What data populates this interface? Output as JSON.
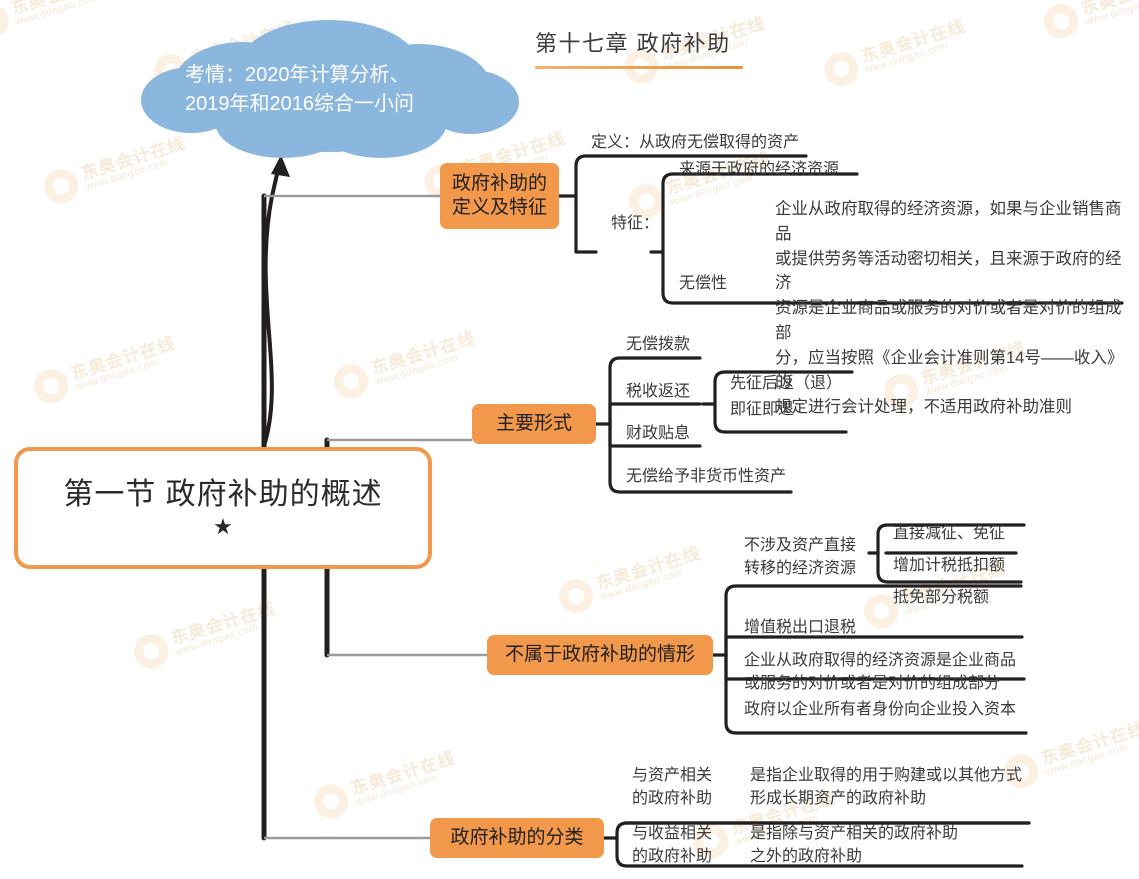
{
  "header": {
    "title": "第十七章  政府补助"
  },
  "cloud": {
    "text": "考情：2020年计算分析、\n2019年和2016综合一小问",
    "fill": "#8bb6dd"
  },
  "root": {
    "title": "第一节  政府补助的概述",
    "star": "★",
    "accent": "#f2984a"
  },
  "branches": [
    {
      "label": "政府补助的\n定义及特征",
      "children": [
        {
          "label": "定义：从政府无偿取得的资产"
        },
        {
          "label": "特征："
        },
        {
          "label": "来源于政府的经济资源"
        },
        {
          "label": "无偿性"
        },
        {
          "label": "企业从政府取得的经济资源，如果与企业销售商品\n或提供劳务等活动密切相关，且来源于政府的经济\n资源是企业商品或服务的对价或者是对价的组成部\n分，应当按照《企业会计准则第14号——收入》的\n规定进行会计处理，不适用政府补助准则"
        }
      ]
    },
    {
      "label": "主要形式",
      "children": [
        {
          "label": "无偿拨款"
        },
        {
          "label": "税收返还"
        },
        {
          "label": "财政贴息"
        },
        {
          "label": "无偿给予非货币性资产"
        },
        {
          "label": "先征后返（退）"
        },
        {
          "label": "即征即退"
        }
      ]
    },
    {
      "label": "不属于政府补助的情形",
      "children": [
        {
          "label": "不涉及资产直接\n转移的经济资源"
        },
        {
          "label": "增值税出口退税"
        },
        {
          "label": "企业从政府取得的经济资源是企业商品\n或服务的对价或者是对价的组成部分"
        },
        {
          "label": "政府以企业所有者身份向企业投入资本"
        },
        {
          "label": "直接减征、免征"
        },
        {
          "label": "增加计税抵扣额"
        },
        {
          "label": "抵免部分税额"
        }
      ]
    },
    {
      "label": "政府补助的分类",
      "children": [
        {
          "label": "与资产相关\n的政府补助"
        },
        {
          "label": "是指企业取得的用于购建或以其他方式\n形成长期资产的政府补助"
        },
        {
          "label": "与收益相关\n的政府补助"
        },
        {
          "label": "是指除与资产相关的政府补助\n之外的政府补助"
        }
      ]
    }
  ],
  "watermark": {
    "brand": "东奥会计在线",
    "url": "www.dongao.com"
  },
  "colors": {
    "orange": "#f2984a",
    "cloud_blue": "#8bb6dd",
    "line_dark": "#231f20",
    "line_gray": "#9b9b9b",
    "text_dark": "#3a3a3a"
  }
}
